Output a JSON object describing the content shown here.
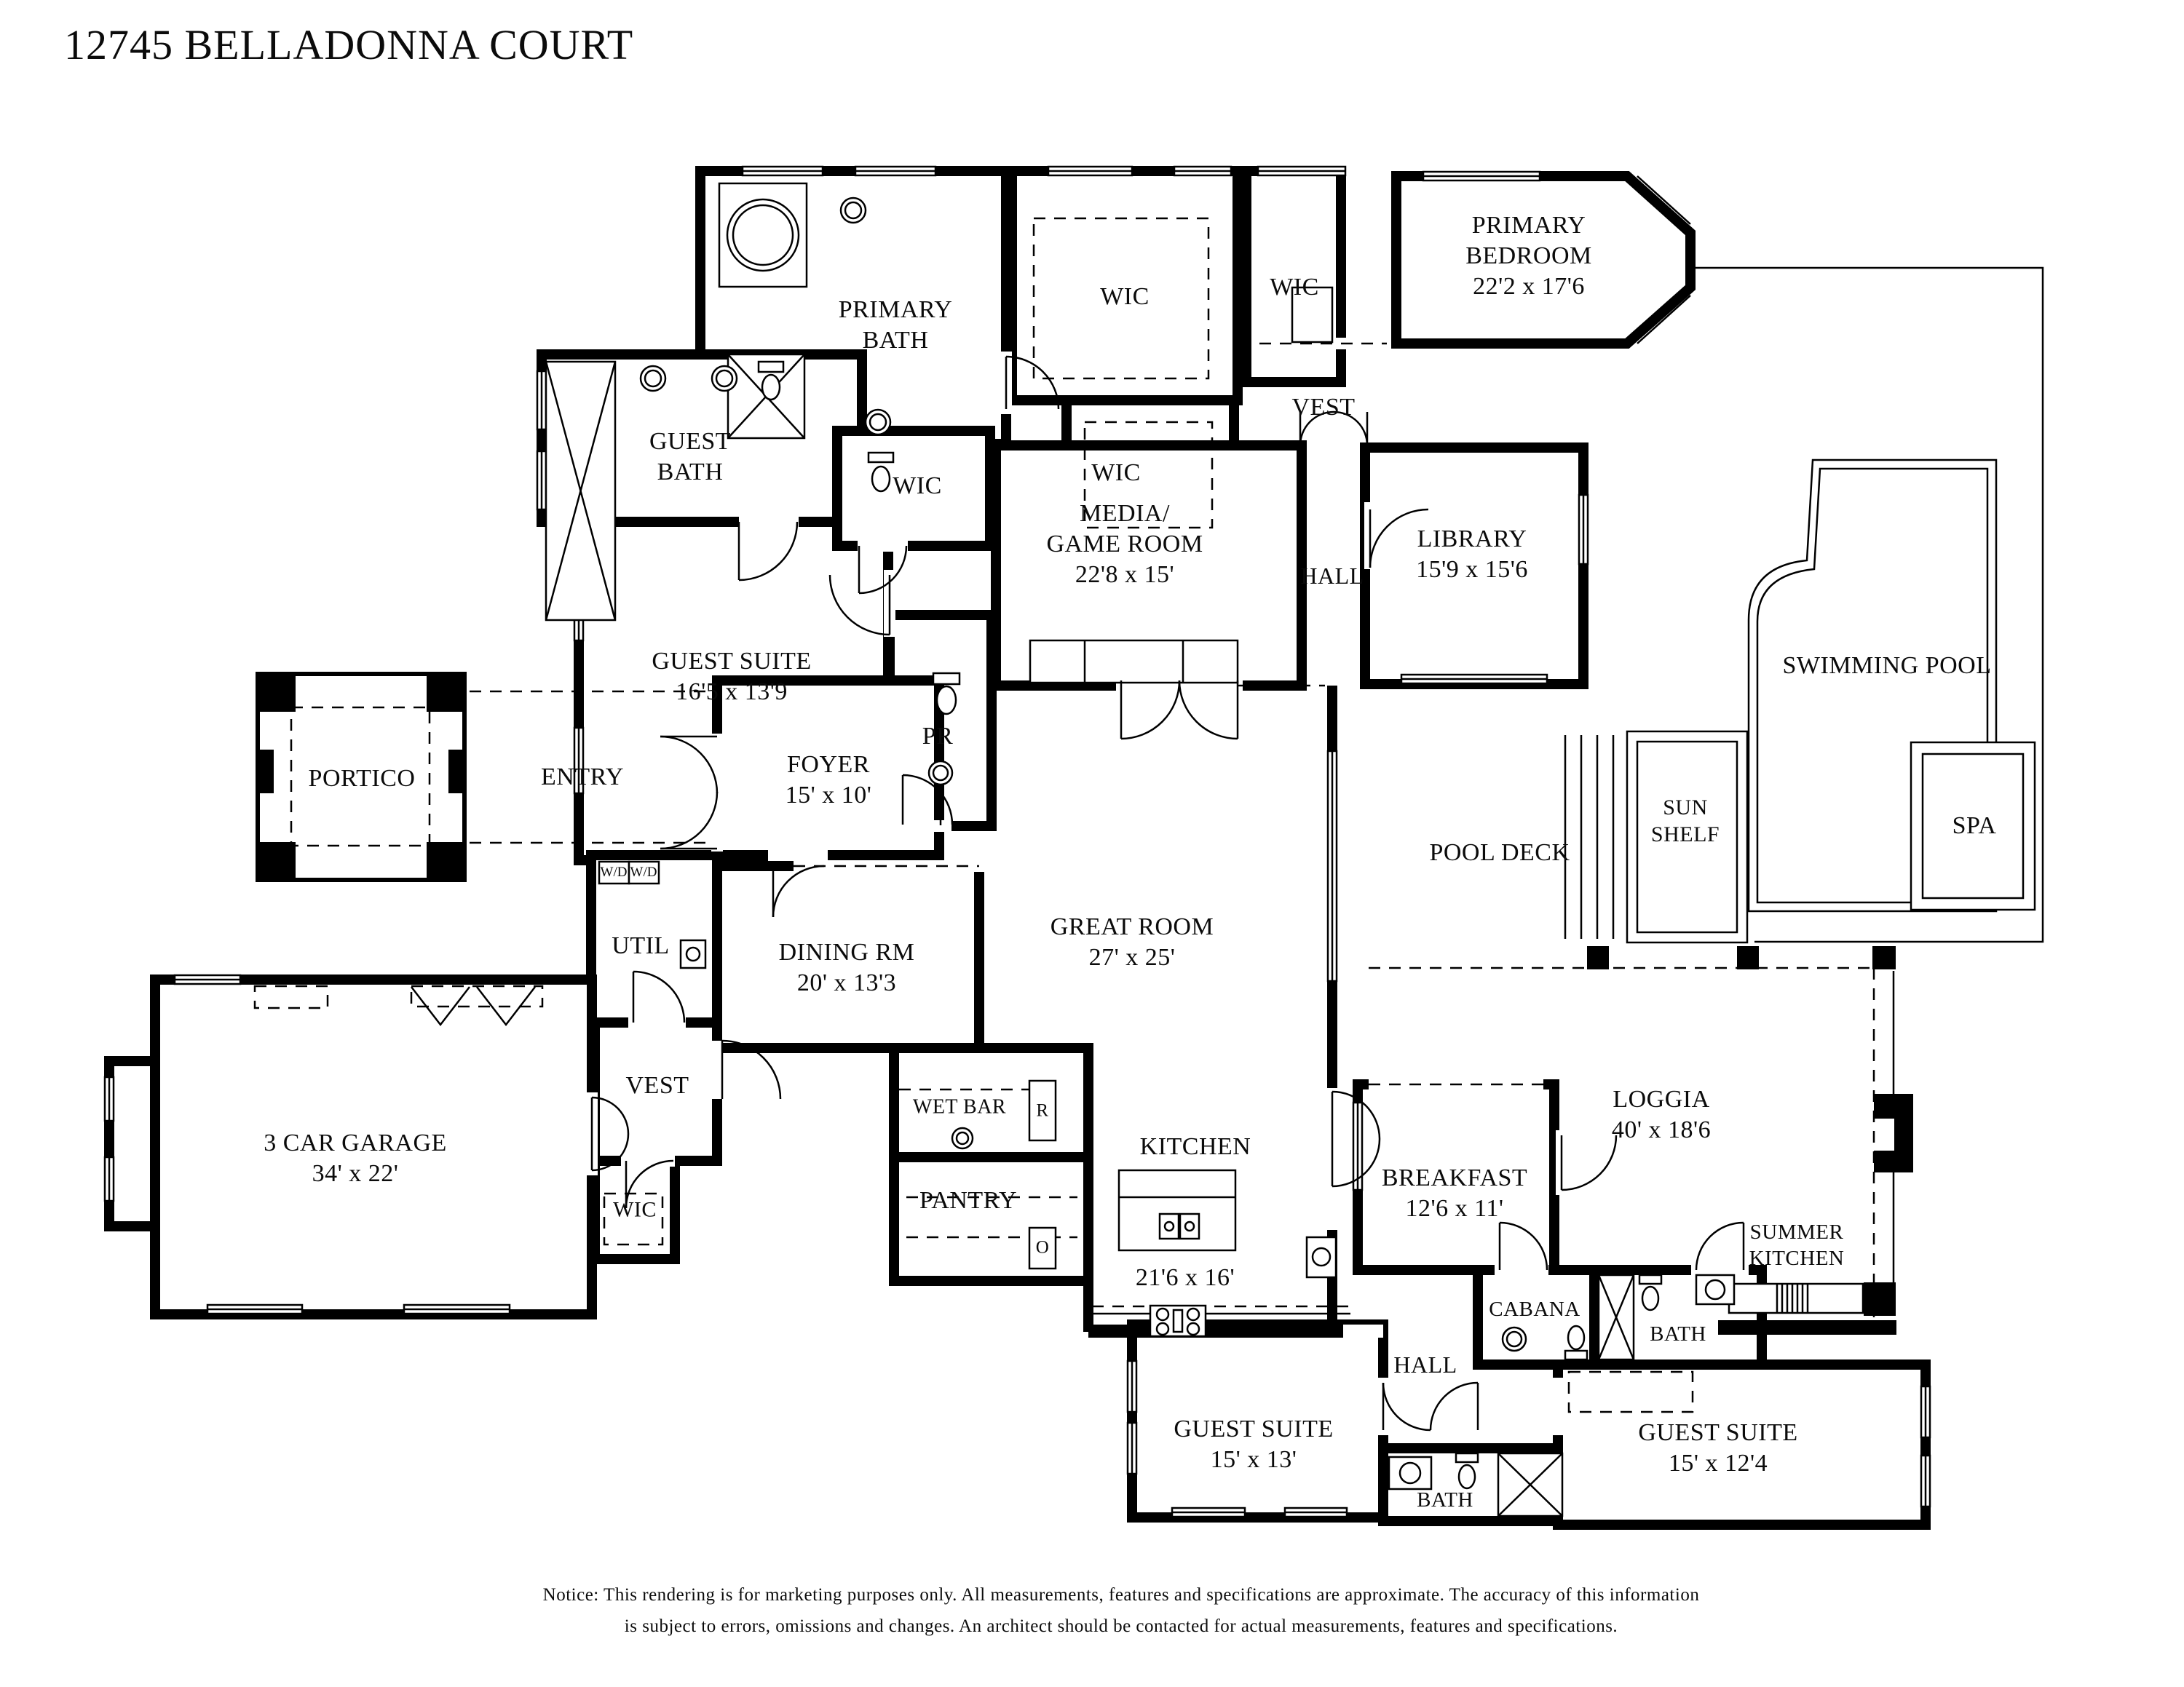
{
  "title": "12745 BELLADONNA COURT",
  "rooms": {
    "primary_bath": {
      "label": "PRIMARY\nBATH"
    },
    "wic_primary_a": {
      "label": "WIC"
    },
    "wic_primary_b": {
      "label": "WIC"
    },
    "wic_primary_c": {
      "label": "WIC"
    },
    "vest_primary": {
      "label": "VEST"
    },
    "primary_bedroom": {
      "label": "PRIMARY\nBEDROOM",
      "dims": "22'2 x 17'6"
    },
    "guest_bath": {
      "label": "GUEST\nBATH"
    },
    "wic_guest": {
      "label": "WIC"
    },
    "guest_suite_upper the": {
      "label": ""
    },
    "guest_suite_upper": {
      "label": "GUEST SUITE",
      "dims": "16'5 x 13'9"
    },
    "pr": {
      "label": "PR"
    },
    "media_game_room": {
      "label": "MEDIA/\nGAME ROOM",
      "dims": "22'8 x 15'"
    },
    "hall_center": {
      "label": "HALL"
    },
    "library": {
      "label": "LIBRARY",
      "dims": "15'9 x 15'6"
    },
    "swimming_pool": {
      "label": "SWIMMING POOL"
    },
    "sun_shelf": {
      "label": "SUN\nSHELF"
    },
    "spa": {
      "label": "SPA"
    },
    "pool_deck": {
      "label": "POOL DECK"
    },
    "portico": {
      "label": "PORTICO"
    },
    "entry": {
      "label": "ENTRY"
    },
    "foyer": {
      "label": "FOYER",
      "dims": "15' x 10'"
    },
    "great_room": {
      "label": "GREAT ROOM",
      "dims": "27' x 25'"
    },
    "util": {
      "label": "UTIL"
    },
    "dining_room": {
      "label": "DINING RM",
      "dims": "20' x 13'3"
    },
    "garage": {
      "label": "3 CAR GARAGE",
      "dims": "34' x 22'"
    },
    "vest_lower": {
      "label": "VEST"
    },
    "wic_lower": {
      "label": "WIC"
    },
    "wet_bar": {
      "label": "WET BAR"
    },
    "pantry": {
      "label": "PANTRY"
    },
    "kitchen": {
      "label": "KITCHEN",
      "dims": "21'6 x 16'"
    },
    "breakfast": {
      "label": "BREAKFAST",
      "dims": "12'6 x 11'"
    },
    "loggia": {
      "label": "LOGGIA",
      "dims": "40' x 18'6"
    },
    "summer_kitchen": {
      "label": "SUMMER\nKITCHEN"
    },
    "cabana": {
      "label": "CABANA"
    },
    "bath_cabana": {
      "label": "BATH"
    },
    "hall_lower": {
      "label": "HALL"
    },
    "guest_suite_bl": {
      "label": "GUEST SUITE",
      "dims": "15' x 13'"
    },
    "guest_suite_br": {
      "label": "GUEST SUITE",
      "dims": "15' x 12'4"
    },
    "bath_lower": {
      "label": "BATH"
    }
  },
  "appliances": {
    "washer": "W/D",
    "dryer": "W/D",
    "refrigerator": "R",
    "oven": "O"
  },
  "notice": "Notice: This rendering is for marketing purposes only. All measurements, features and specifications are approximate. The accuracy of this information\nis subject to errors, omissions and changes. An architect should be contacted for actual measurements, features and specifications."
}
